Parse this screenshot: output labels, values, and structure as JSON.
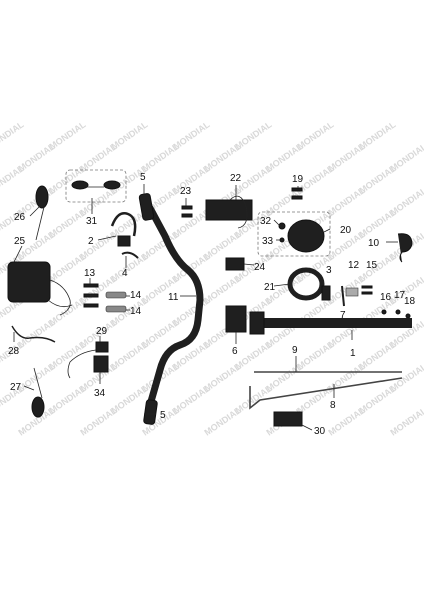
{
  "watermark": {
    "text": "MONDIAL",
    "color": "#d9d9d9"
  },
  "callouts": [
    "1",
    "2",
    "3",
    "4",
    "5",
    "5",
    "6",
    "7",
    "8",
    "9",
    "10",
    "11",
    "12",
    "13",
    "14",
    "14",
    "15",
    "16",
    "17",
    "18",
    "19",
    "20",
    "21",
    "22",
    "23",
    "24",
    "25",
    "26",
    "27",
    "28",
    "29",
    "30",
    "31",
    "32",
    "33",
    "34"
  ],
  "colors": {
    "part": "#1f1f1f",
    "line": "#222222",
    "background": "#ffffff"
  }
}
